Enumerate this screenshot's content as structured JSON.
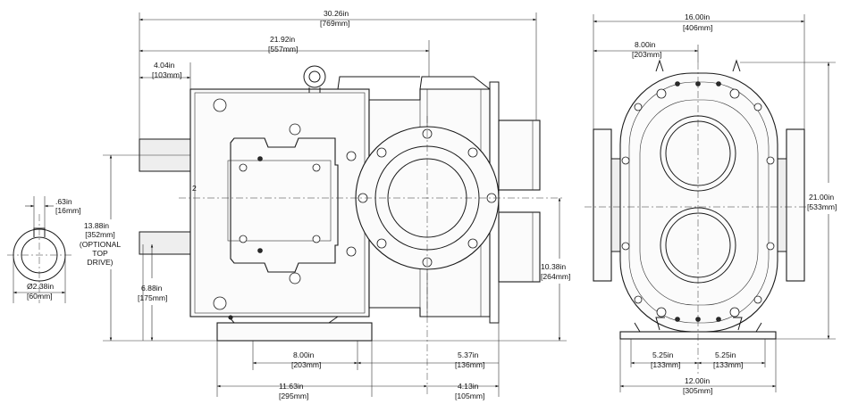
{
  "dimensions": {
    "overall_length": {
      "imperial": "30.26in",
      "metric": "[769mm]"
    },
    "body_length": {
      "imperial": "21.92in",
      "metric": "[557mm]"
    },
    "shaft_extension": {
      "imperial": "4.04in",
      "metric": "[103mm]"
    },
    "keyway_width": {
      "imperial": ".63in",
      "metric": "[16mm]"
    },
    "shaft_diameter": {
      "imperial": "Ø2.38in",
      "metric": "[60mm]"
    },
    "top_shaft_height": {
      "imperial": "13.88in",
      "metric": "[352mm]",
      "note_1": "(OPTIONAL",
      "note_2": "TOP",
      "note_3": "DRIVE)"
    },
    "bottom_shaft_height": {
      "imperial": "6.88in",
      "metric": "[175mm]"
    },
    "port_height": {
      "imperial": "10.38in",
      "metric": "[264mm]"
    },
    "foot_bolt_spacing": {
      "imperial": "8.00in",
      "metric": "[203mm]"
    },
    "foot_to_port": {
      "imperial": "5.37in",
      "metric": "[136mm]"
    },
    "base_to_centerline": {
      "imperial": "11.63in",
      "metric": "[295mm]"
    },
    "port_offset": {
      "imperial": "4.13in",
      "metric": "[105mm]"
    },
    "end_width": {
      "imperial": "16.00in",
      "metric": "[406mm]"
    },
    "end_half_width": {
      "imperial": "8.00in",
      "metric": "[203mm]"
    },
    "end_height": {
      "imperial": "21.00in",
      "metric": "[533mm]"
    },
    "end_foot_left": {
      "imperial": "5.25in",
      "metric": "[133mm]"
    },
    "end_foot_right": {
      "imperial": "5.25in",
      "metric": "[133mm]"
    },
    "end_base_width": {
      "imperial": "12.00in",
      "metric": "[305mm]"
    }
  },
  "marks": {
    "side_digit": "2"
  }
}
